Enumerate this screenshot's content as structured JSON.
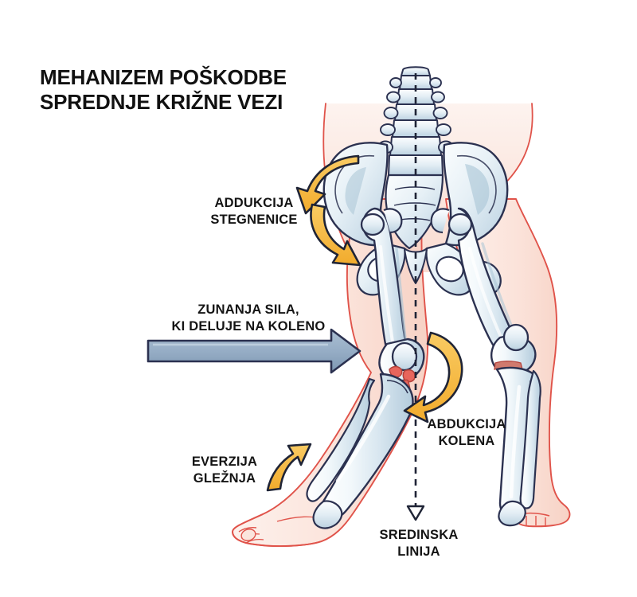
{
  "title": "MEHANIZEM POŠKODBE\nSPREDNJE KRIŽNE VEZI",
  "labels": {
    "adduction": "ADDUKCIJA\nSTEGNENICE",
    "external_force": "ZUNANJA SILA,\nKI DELUJE NA KOLENO",
    "abduction": "ABDUKCIJA\nKOLENA",
    "eversion": "EVERZIJA\nGLEŽNJA",
    "midline": "SREDINSKA\nLINIJA"
  },
  "colors": {
    "background": "#ffffff",
    "title_text": "#111111",
    "label_text": "#141414",
    "skin_fill_light": "#fdeee9",
    "skin_fill_deep": "#f8d9cf",
    "skin_outline": "#e0534a",
    "bone_fill_light": "#f4f9fc",
    "bone_fill_mid": "#cfe0ea",
    "bone_shadow": "#a9c4d6",
    "bone_outline": "#2b3150",
    "ligament_red": "#e8655c",
    "ligament_red_dark": "#c4453e",
    "rotation_arrow_fill": "#f5b944",
    "rotation_arrow_outline": "#1f2436",
    "force_arrow_fill": "#8ba4bd",
    "force_arrow_outline": "#2b3150",
    "midline_dash": "#1f2436"
  },
  "elements": {
    "midline": "vertical dashed plumb line through spine to floor with downward arrowhead",
    "rotation_arrows": 3,
    "force_arrow": "thick horizontal block arrow pointing right at knee level",
    "injured_structures": "torn anterior cruciate ligament shown red at left knee"
  }
}
